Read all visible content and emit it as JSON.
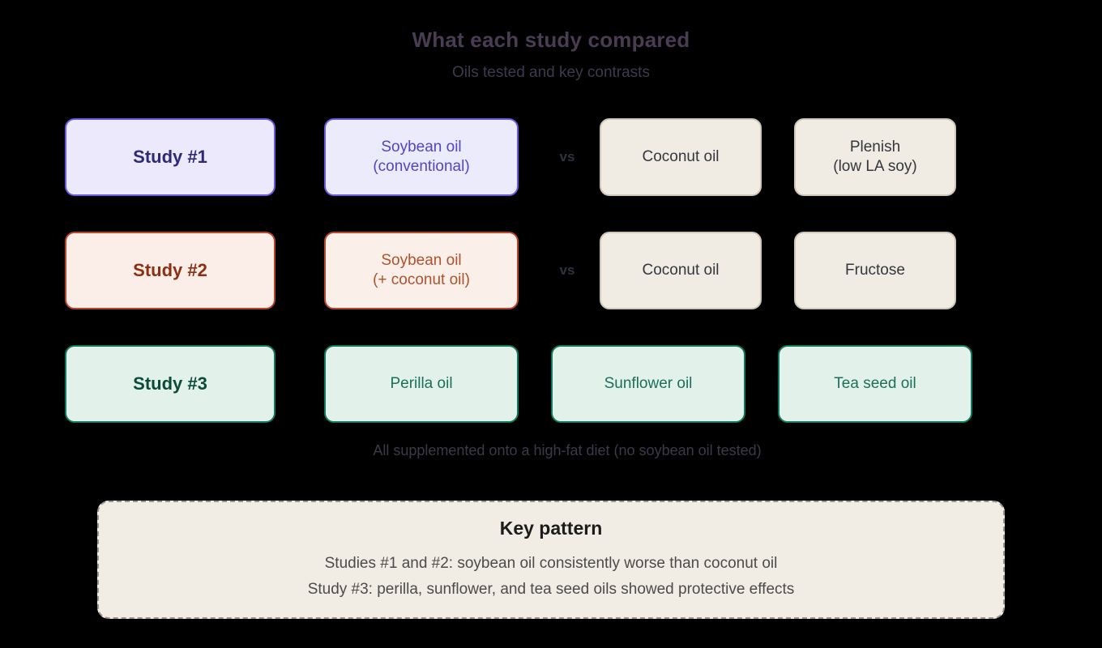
{
  "header": {
    "title": "What each study compared",
    "subtitle": "Oils tested and key contrasts"
  },
  "separator_label": "vs",
  "rows": [
    {
      "study_label": "Study #1",
      "theme": "purple",
      "oil": {
        "line1": "Soybean oil",
        "line2": "(conventional)"
      },
      "comparators": [
        {
          "line1": "Coconut oil",
          "line2": ""
        },
        {
          "line1": "Plenish",
          "line2": "(low LA soy)"
        }
      ]
    },
    {
      "study_label": "Study #2",
      "theme": "rust",
      "oil": {
        "line1": "Soybean oil",
        "line2": "(+ coconut oil)"
      },
      "comparators": [
        {
          "line1": "Coconut oil",
          "line2": ""
        },
        {
          "line1": "Fructose",
          "line2": ""
        }
      ]
    },
    {
      "study_label": "Study #3",
      "theme": "green",
      "oils": [
        {
          "line1": "Perilla oil",
          "line2": ""
        },
        {
          "line1": "Sunflower oil",
          "line2": ""
        },
        {
          "line1": "Tea seed oil",
          "line2": ""
        }
      ]
    }
  ],
  "footnote": "All supplemented onto a high-fat diet (no soybean oil tested)",
  "key_panel": {
    "title": "Key pattern",
    "line1": "Studies #1 and #2: soybean oil consistently worse than coconut oil",
    "line2": "Study #3: perilla, sunflower, and tea seed oils showed protective effects"
  },
  "colors": {
    "background": "#000000",
    "title": "#4a3c52",
    "subtitle": "#3d3a4d",
    "purple_border": "#6a5ae0",
    "purple_fill": "#ebe9fb",
    "purple_text": "#2e2a78",
    "rust_border": "#b7472a",
    "rust_fill": "#fbeee8",
    "rust_text": "#8c2f12",
    "green_border": "#0f7a5f",
    "green_fill": "#e2f2ea",
    "green_text": "#0c4a3a",
    "beige_fill": "#f0ece3",
    "beige_border": "#cfc8b8",
    "beige_text": "#33373d",
    "key_panel_fill": "#f1ede4",
    "key_panel_border": "#9b968c"
  }
}
